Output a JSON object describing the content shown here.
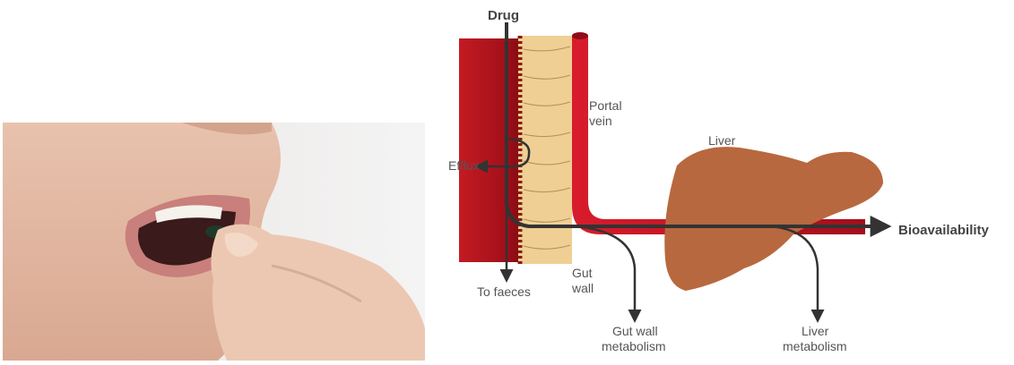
{
  "photo": {
    "icon": "person-taking-pill-photo"
  },
  "diagram": {
    "drug_label": "Drug",
    "portal_vein_label_line1": "Portal",
    "portal_vein_label_line2": "vein",
    "liver_label": "Liver",
    "efflux_label": "Efflux",
    "bioavailability_label": "Bioavailability",
    "to_faeces_label": "To faeces",
    "gut_wall_label_line1": "Gut",
    "gut_wall_label_line2": "wall",
    "gut_wall_metabolism_line1": "Gut wall",
    "gut_wall_metabolism_line2": "metabolism",
    "liver_metabolism_line1": "Liver",
    "liver_metabolism_line2": "metabolism"
  },
  "colors": {
    "gut_red": "#b5121b",
    "vein_red": "#c8102e",
    "liver_brown": "#b8683e",
    "villi_beige": "#efcf94",
    "arrow_dark": "#333333"
  }
}
